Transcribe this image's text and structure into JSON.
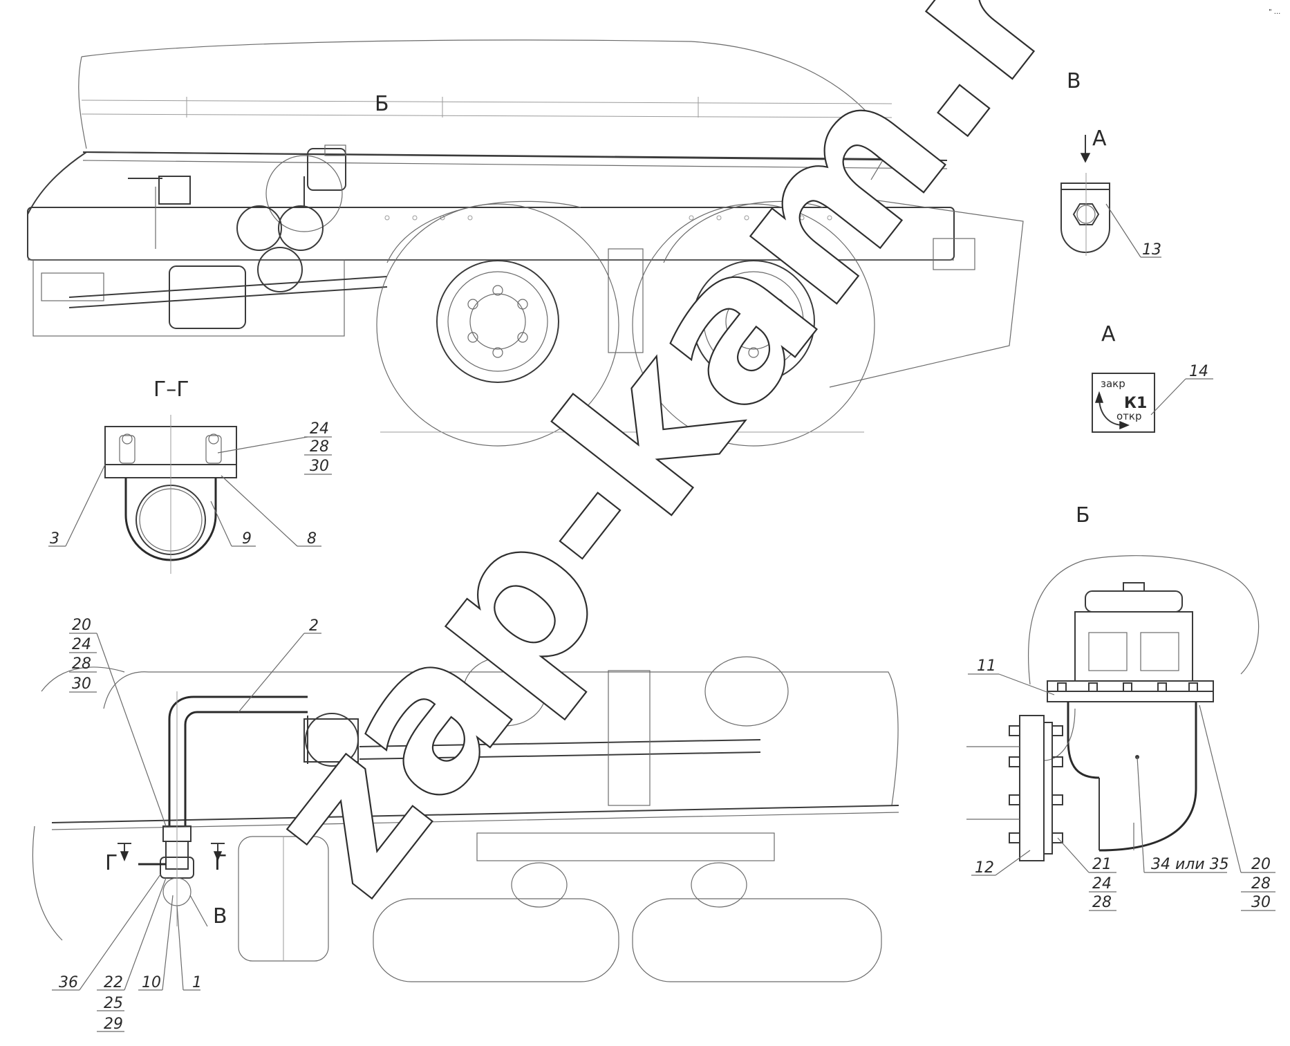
{
  "views": {
    "b_top": "Б",
    "v_top": "В",
    "a_arrow": "А",
    "a_view": "А",
    "b_detail": "Б",
    "gg_section": "Г–Г",
    "v_bottom": "В",
    "g_left": "Г",
    "g_right": "Г"
  },
  "plate": {
    "top": "закр",
    "code": "К1",
    "bottom": "откр"
  },
  "callouts": {
    "c13": "13",
    "c14": "14",
    "gg_24": "24",
    "gg_28": "28",
    "gg_30": "30",
    "gg_3": "3",
    "gg_9": "9",
    "gg_8": "8",
    "bl_20": "20",
    "bl_24": "24",
    "bl_28": "28",
    "bl_30": "30",
    "bl_2": "2",
    "bl_36": "36",
    "bl_22": "22",
    "bl_25": "25",
    "bl_29": "29",
    "bl_10": "10",
    "bl_1": "1",
    "b_11": "11",
    "b_12": "12",
    "b_21": "21",
    "b_24": "24",
    "b_28a": "28",
    "b_3435": "34 или 35",
    "b_20": "20",
    "b_28b": "28",
    "b_30": "30"
  },
  "watermark": "zap-kam.ru",
  "corner_mark": "\" ..."
}
